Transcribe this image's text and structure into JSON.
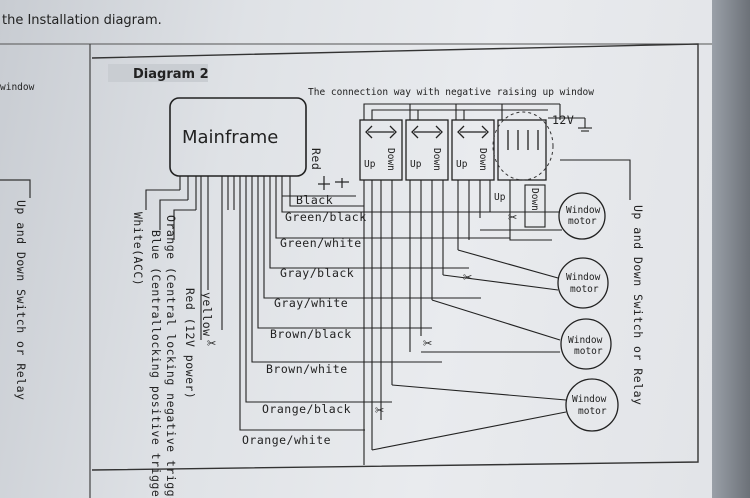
{
  "header_text": "the Installation diagram.",
  "left_fragment": "window",
  "left_side_label": "Up and Down Switch or Relay",
  "diagram_title": "Diagram 2",
  "connection_note": "The connection way with negative raising up window",
  "mainframe_label": "Mainframe",
  "red_label": "Red",
  "voltage_label": "12V",
  "switch_up": "Up",
  "switch_down": "Down",
  "motor_line1": "Window",
  "motor_line2": "motor",
  "right_side_label": "Up and Down Switch or Relay",
  "wires": {
    "black": "Black",
    "green_black": "Green/black",
    "green_white": "Green/white",
    "gray_black": "Gray/black",
    "gray_white": "Gray/white",
    "brown_black": "Brown/black",
    "brown_white": "Brown/white",
    "orange_black": "Orange/black",
    "orange_white": "Orange/white"
  },
  "vertical_wires": {
    "white_acc": "White(ACC)",
    "blue": "Blue (Centrallocking positive trigger)",
    "orange": "Orange (Central locking negative trigger)",
    "red": "Red (12V power)",
    "yellow": "yellow"
  }
}
